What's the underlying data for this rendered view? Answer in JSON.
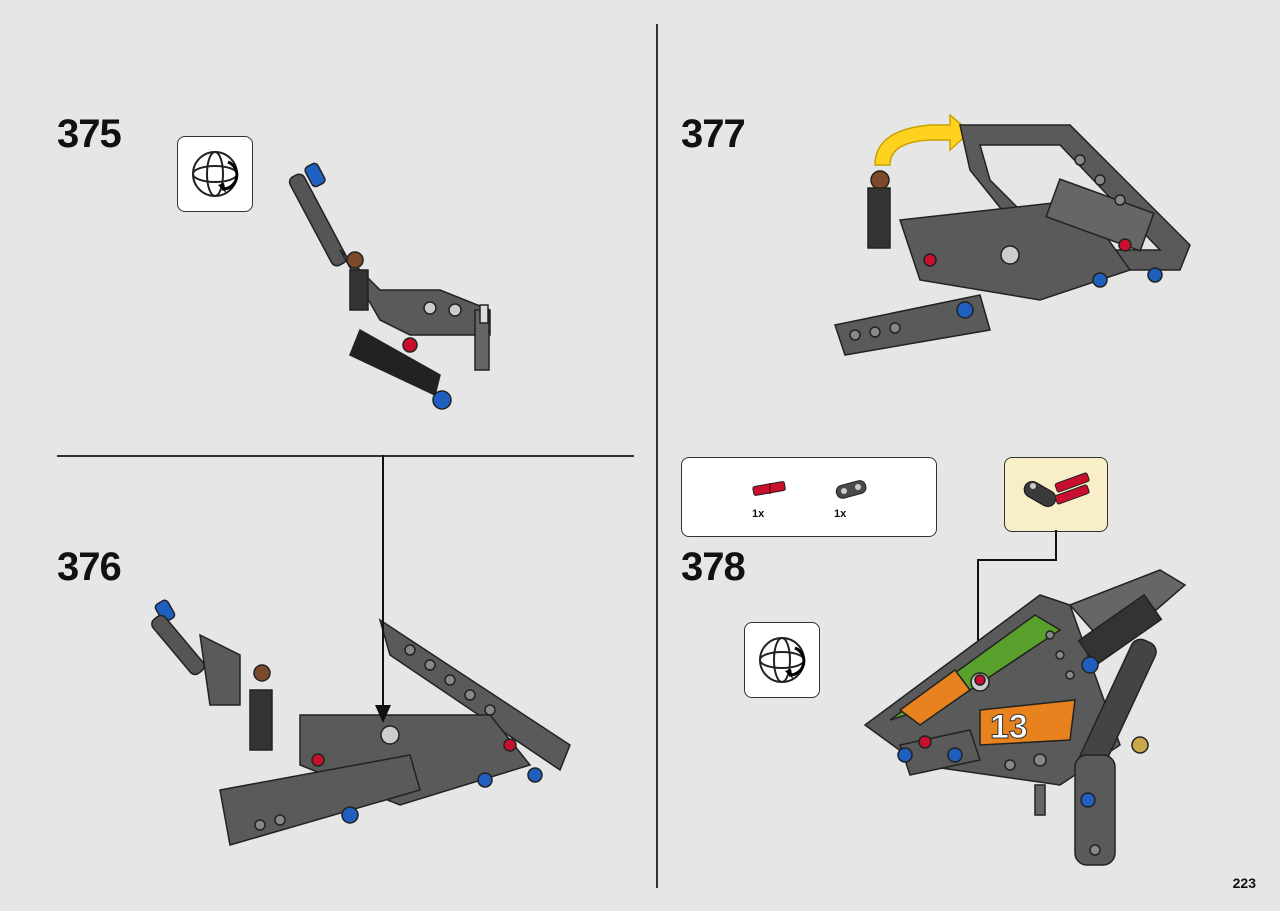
{
  "page": {
    "number": "223"
  },
  "steps": [
    {
      "number": "375"
    },
    {
      "number": "376"
    },
    {
      "number": "377"
    },
    {
      "number": "378"
    }
  ],
  "parts_list": {
    "items": [
      {
        "name": "red-axle-pin-icon",
        "quantity": "1x",
        "color": "#c8102e"
      },
      {
        "name": "dark-gray-liftarm-icon",
        "quantity": "1x",
        "color": "#4a4a4a"
      }
    ]
  },
  "icons": {
    "rotate": "rotate-model-icon",
    "turn_arrow": "yellow-turn-arrow-icon"
  },
  "colors": {
    "background": "#e6e6e6",
    "beam_gray": "#5a5a5a",
    "pin_blue": "#1f5fbf",
    "pin_red": "#c8102e",
    "arrow_yellow": "#ffd21f",
    "callout_bg": "#f8efc8",
    "sticker_green": "#5aa02c",
    "sticker_orange": "#e8821e"
  }
}
